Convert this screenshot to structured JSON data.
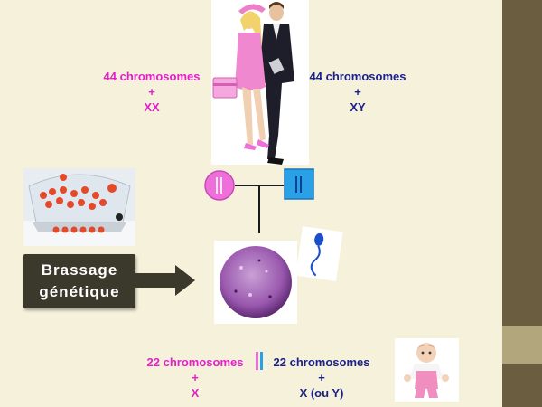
{
  "female": {
    "count": "44 chromosomes",
    "plus": "+",
    "sex": "XX"
  },
  "male": {
    "count": "44 chromosomes",
    "plus": "+",
    "sex": "XY"
  },
  "egg": {
    "count": "22 chromosomes",
    "plus": "+",
    "sex": "X"
  },
  "sperm": {
    "count": "22 chromosomes",
    "plus": "+",
    "sex": "X (ou Y)"
  },
  "brassage": {
    "line1": "Brassage",
    "line2": "génétique"
  },
  "colors": {
    "female": "#e51fc9",
    "male": "#1a1f8c",
    "female_symbol": "#ee6fd9",
    "male_symbol": "#2aa0e6",
    "band": "#6b5e40",
    "band_accent": "#b2a67c"
  }
}
